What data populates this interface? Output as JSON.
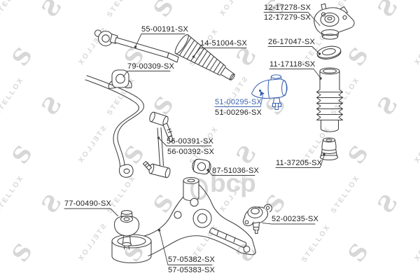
{
  "diagram": {
    "brand": "STELLOX",
    "watermark": {
      "text": "STELLOX",
      "logo_text": "S",
      "shop_text": "bcp"
    },
    "colors": {
      "highlight_blue": "#3c63b0",
      "line_dark": "#3f3f3f",
      "watermark_gray": "#d7d7d7",
      "label_color": "#1d1d1d",
      "background": "#ffffff"
    },
    "parts": [
      {
        "id": "inner-tie-rod",
        "labels": [
          "55-00191-SX"
        ]
      },
      {
        "id": "steering-rack-boot",
        "labels": [
          "14-51004-SX"
        ]
      },
      {
        "id": "stabilizer-bushing",
        "labels": [
          "79-00309-SX"
        ]
      },
      {
        "id": "strut-mount",
        "labels": [
          "12-17278-SX",
          "12-17279-SX"
        ]
      },
      {
        "id": "mount-bearing-ring",
        "labels": [
          "26-17047-SX"
        ]
      },
      {
        "id": "shock-absorber-boot",
        "labels": [
          "11-17118-SX"
        ]
      },
      {
        "id": "tie-rod-end",
        "labels": [
          "51-00295-SX",
          "51-00296-SX"
        ],
        "highlighted": true
      },
      {
        "id": "stabilizer-link",
        "labels": [
          "56-00391-SX",
          "56-00392-SX"
        ]
      },
      {
        "id": "control-arm-rear-bushing",
        "labels": [
          "87-51036-SX"
        ]
      },
      {
        "id": "bump-stop",
        "labels": [
          "11-37205-SX"
        ]
      },
      {
        "id": "ball-joint",
        "labels": [
          "52-00235-SX"
        ]
      },
      {
        "id": "control-arm-front-bushing",
        "labels": [
          "77-00490-SX"
        ]
      },
      {
        "id": "control-arm",
        "labels": [
          "57-05382-SX",
          "57-05383-SX"
        ]
      }
    ]
  }
}
